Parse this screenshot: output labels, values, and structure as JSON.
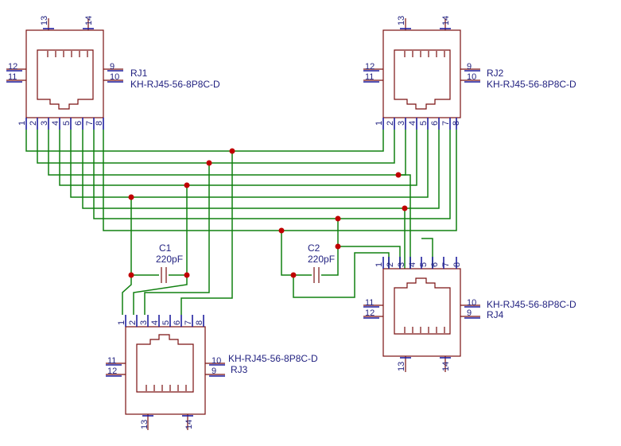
{
  "parts": {
    "rj1": {
      "ref": "RJ1",
      "value": "KH-RJ45-56-8P8C-D",
      "pins": [
        "1",
        "2",
        "3",
        "4",
        "5",
        "6",
        "7",
        "8"
      ],
      "side_pins": [
        "12",
        "11",
        "9",
        "10"
      ],
      "shield_pins": [
        "13",
        "14"
      ]
    },
    "rj2": {
      "ref": "RJ2",
      "value": "KH-RJ45-56-8P8C-D",
      "pins": [
        "1",
        "2",
        "3",
        "4",
        "5",
        "6",
        "7",
        "8"
      ],
      "side_pins": [
        "12",
        "11",
        "9",
        "10"
      ],
      "shield_pins": [
        "13",
        "14"
      ]
    },
    "rj3": {
      "ref": "RJ3",
      "value": "KH-RJ45-56-8P8C-D",
      "pins": [
        "1",
        "2",
        "3",
        "4",
        "5",
        "6",
        "7",
        "8"
      ],
      "side_pins": [
        "11",
        "12",
        "10",
        "9"
      ],
      "shield_pins": [
        "13",
        "14"
      ]
    },
    "rj4": {
      "ref": "RJ4",
      "value": "KH-RJ45-56-8P8C-D",
      "pins": [
        "1",
        "2",
        "3",
        "4",
        "5",
        "6",
        "7",
        "8"
      ],
      "side_pins": [
        "11",
        "12",
        "10",
        "9"
      ],
      "shield_pins": [
        "13",
        "14"
      ]
    },
    "c1": {
      "ref": "C1",
      "value": "220pF"
    },
    "c2": {
      "ref": "C2",
      "value": "220pF"
    }
  },
  "colors": {
    "wire": "#108010",
    "part": "#7a1010",
    "label": "#1f1f7f",
    "junction": "#c00000"
  }
}
